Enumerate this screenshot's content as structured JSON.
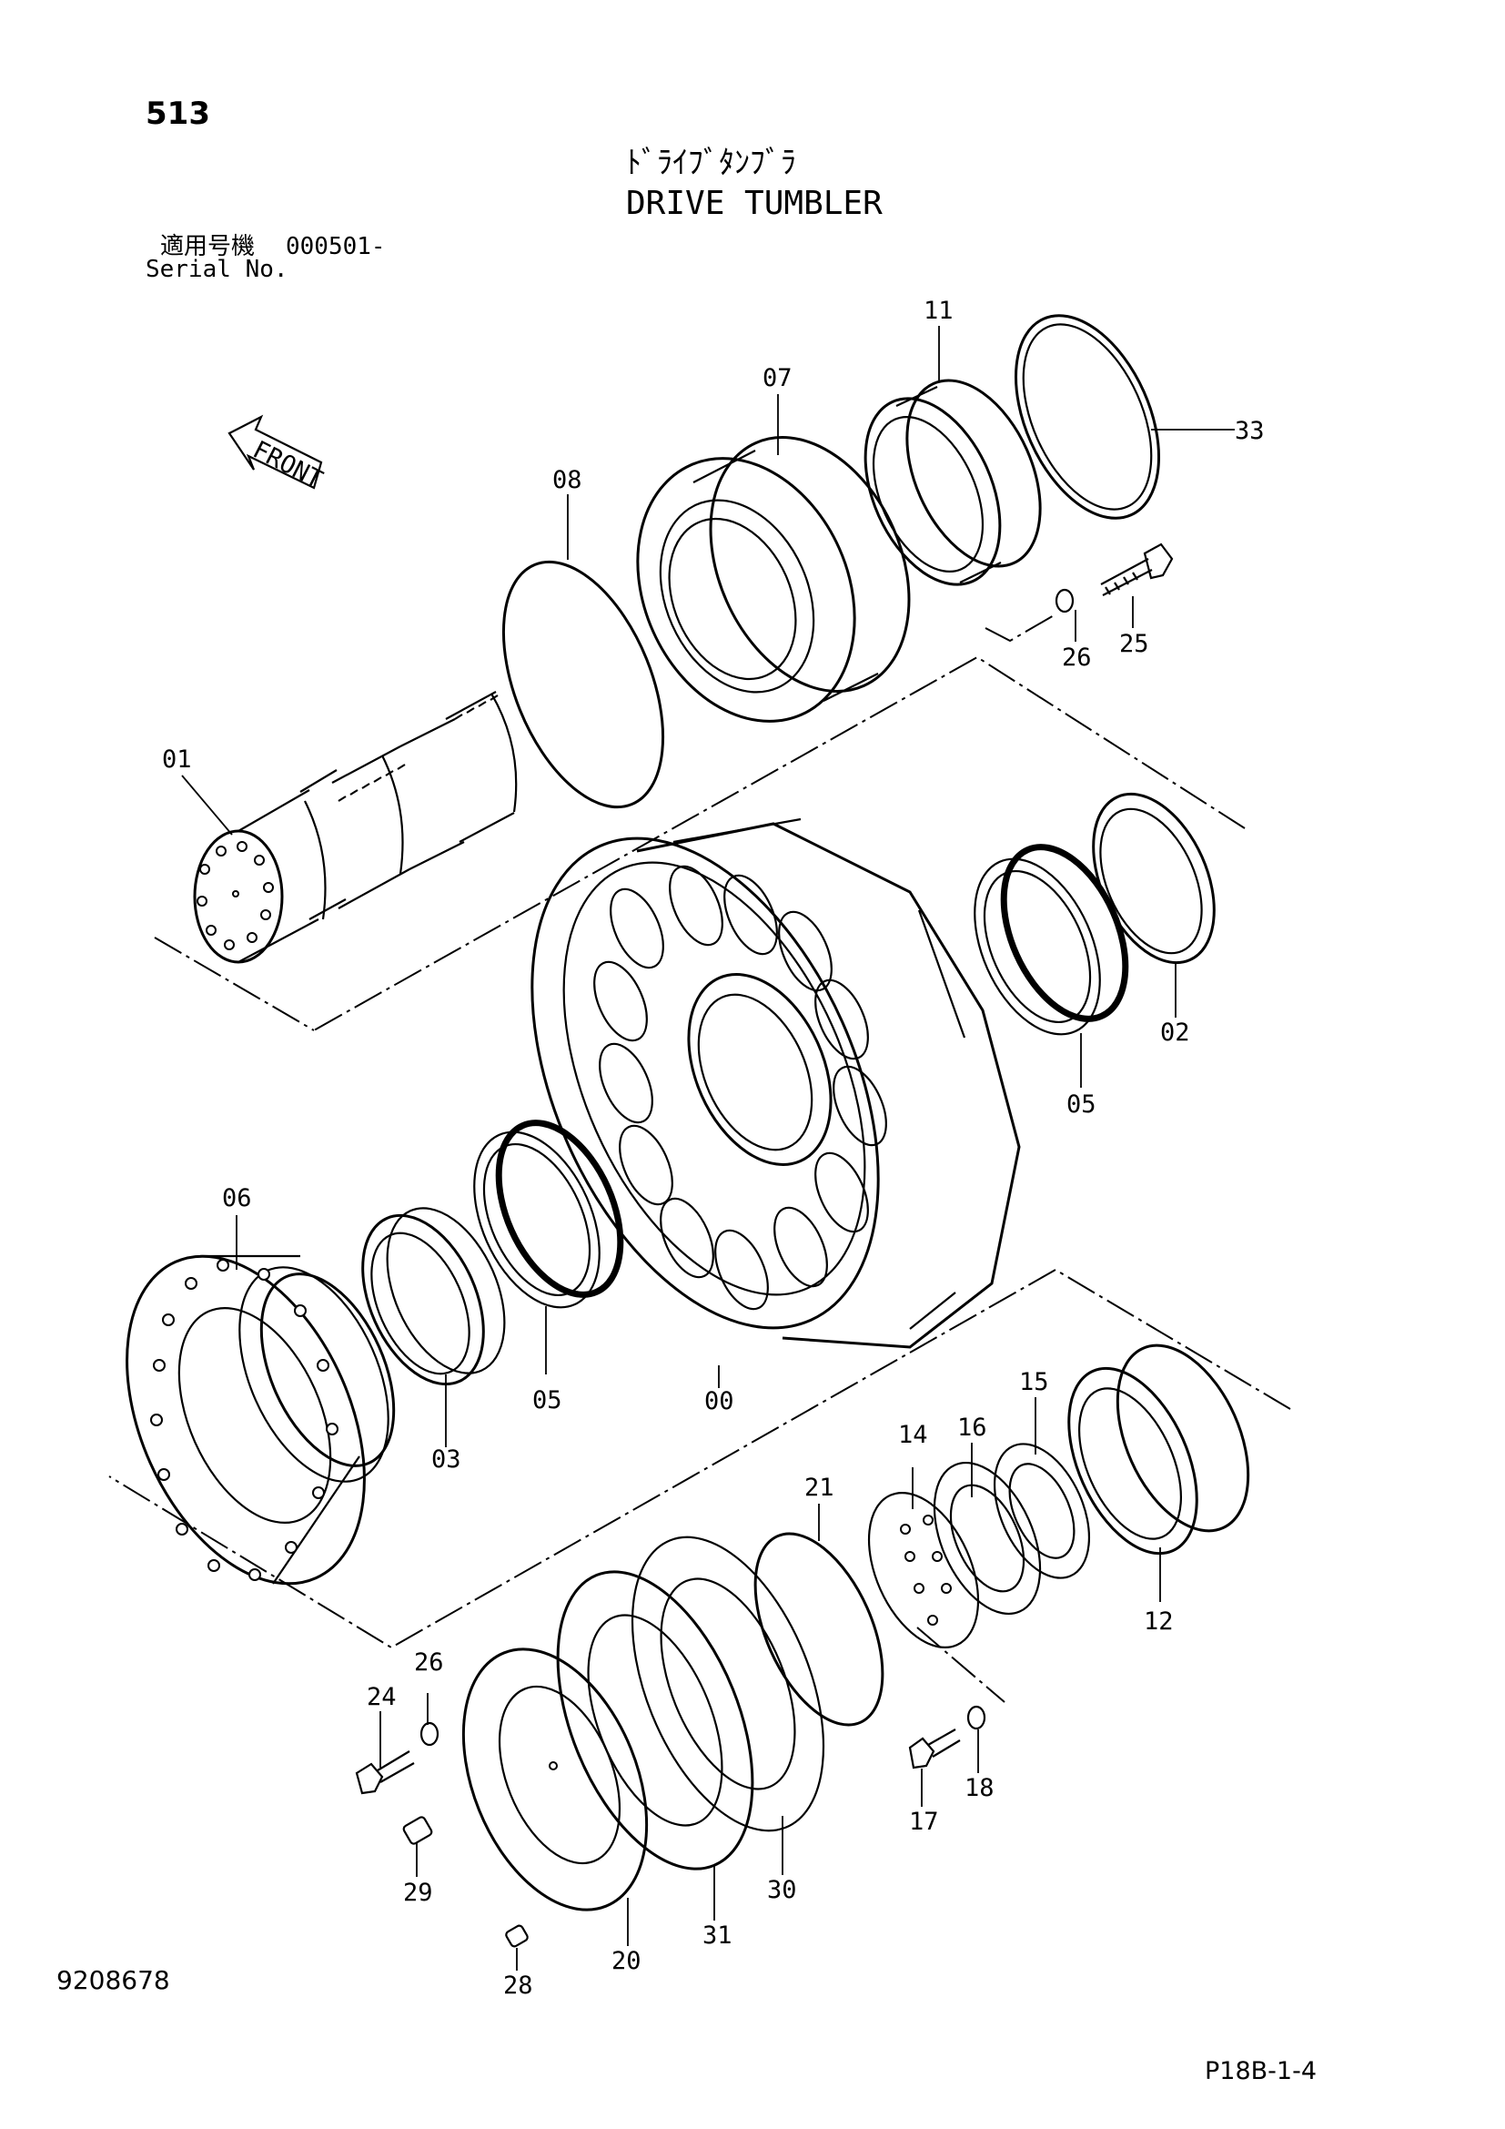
{
  "header": {
    "page_number": "513",
    "title_jp": "ﾄﾞﾗｲﾌﾞﾀﾝﾌﾞﾗ",
    "title_en": "DRIVE TUMBLER",
    "serial_label_jp": "適用号機",
    "serial_value": "000501-",
    "serial_label_en": "Serial No."
  },
  "front_arrow": {
    "label": "FRONT"
  },
  "parts": [
    {
      "id": "p00",
      "label": "00"
    },
    {
      "id": "p01",
      "label": "01"
    },
    {
      "id": "p02",
      "label": "02"
    },
    {
      "id": "p03",
      "label": "03"
    },
    {
      "id": "p05a",
      "label": "05"
    },
    {
      "id": "p05b",
      "label": "05"
    },
    {
      "id": "p06",
      "label": "06"
    },
    {
      "id": "p07",
      "label": "07"
    },
    {
      "id": "p08",
      "label": "08"
    },
    {
      "id": "p11",
      "label": "11"
    },
    {
      "id": "p12",
      "label": "12"
    },
    {
      "id": "p14",
      "label": "14"
    },
    {
      "id": "p15",
      "label": "15"
    },
    {
      "id": "p16",
      "label": "16"
    },
    {
      "id": "p17",
      "label": "17"
    },
    {
      "id": "p18",
      "label": "18"
    },
    {
      "id": "p20",
      "label": "20"
    },
    {
      "id": "p21",
      "label": "21"
    },
    {
      "id": "p24",
      "label": "24"
    },
    {
      "id": "p25",
      "label": "25"
    },
    {
      "id": "p26a",
      "label": "26"
    },
    {
      "id": "p26b",
      "label": "26"
    },
    {
      "id": "p28",
      "label": "28"
    },
    {
      "id": "p29",
      "label": "29"
    },
    {
      "id": "p30",
      "label": "30"
    },
    {
      "id": "p31",
      "label": "31"
    },
    {
      "id": "p33",
      "label": "33"
    }
  ],
  "footer": {
    "doc_number": "9208678",
    "page_code": "P18B-1-4"
  }
}
